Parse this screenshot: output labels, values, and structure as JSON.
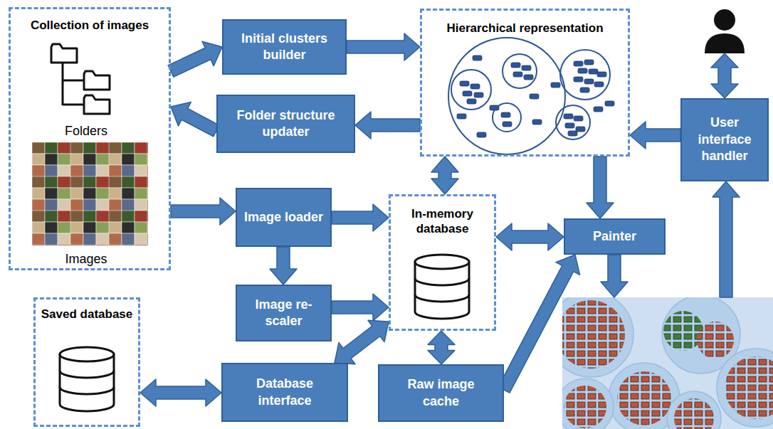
{
  "diagram": {
    "nodes": [
      {
        "text": [
          "Collection of images",
          "Folders",
          "Images"
        ]
      },
      {
        "text": [
          "Initial clusters builder"
        ]
      },
      {
        "text": [
          "Folder structure updater"
        ]
      },
      {
        "text": [
          "Hierarchical representation"
        ]
      },
      {
        "text": [
          "Image loader"
        ]
      },
      {
        "text": [
          "Image re-scaler"
        ]
      },
      {
        "text": [
          "In-memory database"
        ]
      },
      {
        "text": [
          "Saved database"
        ]
      },
      {
        "text": [
          "Database interface"
        ]
      },
      {
        "text": [
          "Raw image cache"
        ]
      },
      {
        "text": [
          "Painter"
        ]
      },
      {
        "text": [
          "User interface handler"
        ]
      }
    ],
    "edges": [
      {
        "from": 0,
        "to": 1,
        "arrow": "to"
      },
      {
        "from": 1,
        "to": 3,
        "arrow": "to"
      },
      {
        "from": 3,
        "to": 2,
        "arrow": "to"
      },
      {
        "from": 2,
        "to": 0,
        "arrow": "to"
      },
      {
        "from": 0,
        "to": 4,
        "arrow": "to"
      },
      {
        "from": 4,
        "to": 6,
        "arrow": "to"
      },
      {
        "from": 4,
        "to": 5,
        "arrow": "to"
      },
      {
        "from": 5,
        "to": 6,
        "arrow": "to"
      },
      {
        "from": 3,
        "to": 6,
        "arrow": "both"
      },
      {
        "from": 6,
        "to": 10,
        "arrow": "both"
      },
      {
        "from": 3,
        "to": 10,
        "arrow": "to"
      },
      {
        "from": 11,
        "to": 3,
        "arrow": "to"
      },
      {
        "from": 7,
        "to": 8,
        "arrow": "both"
      },
      {
        "from": 8,
        "to": 6,
        "arrow": "both"
      },
      {
        "from": 6,
        "to": 9,
        "arrow": "both"
      },
      {
        "from": 9,
        "to": 10,
        "arrow": "to"
      }
    ]
  }
}
